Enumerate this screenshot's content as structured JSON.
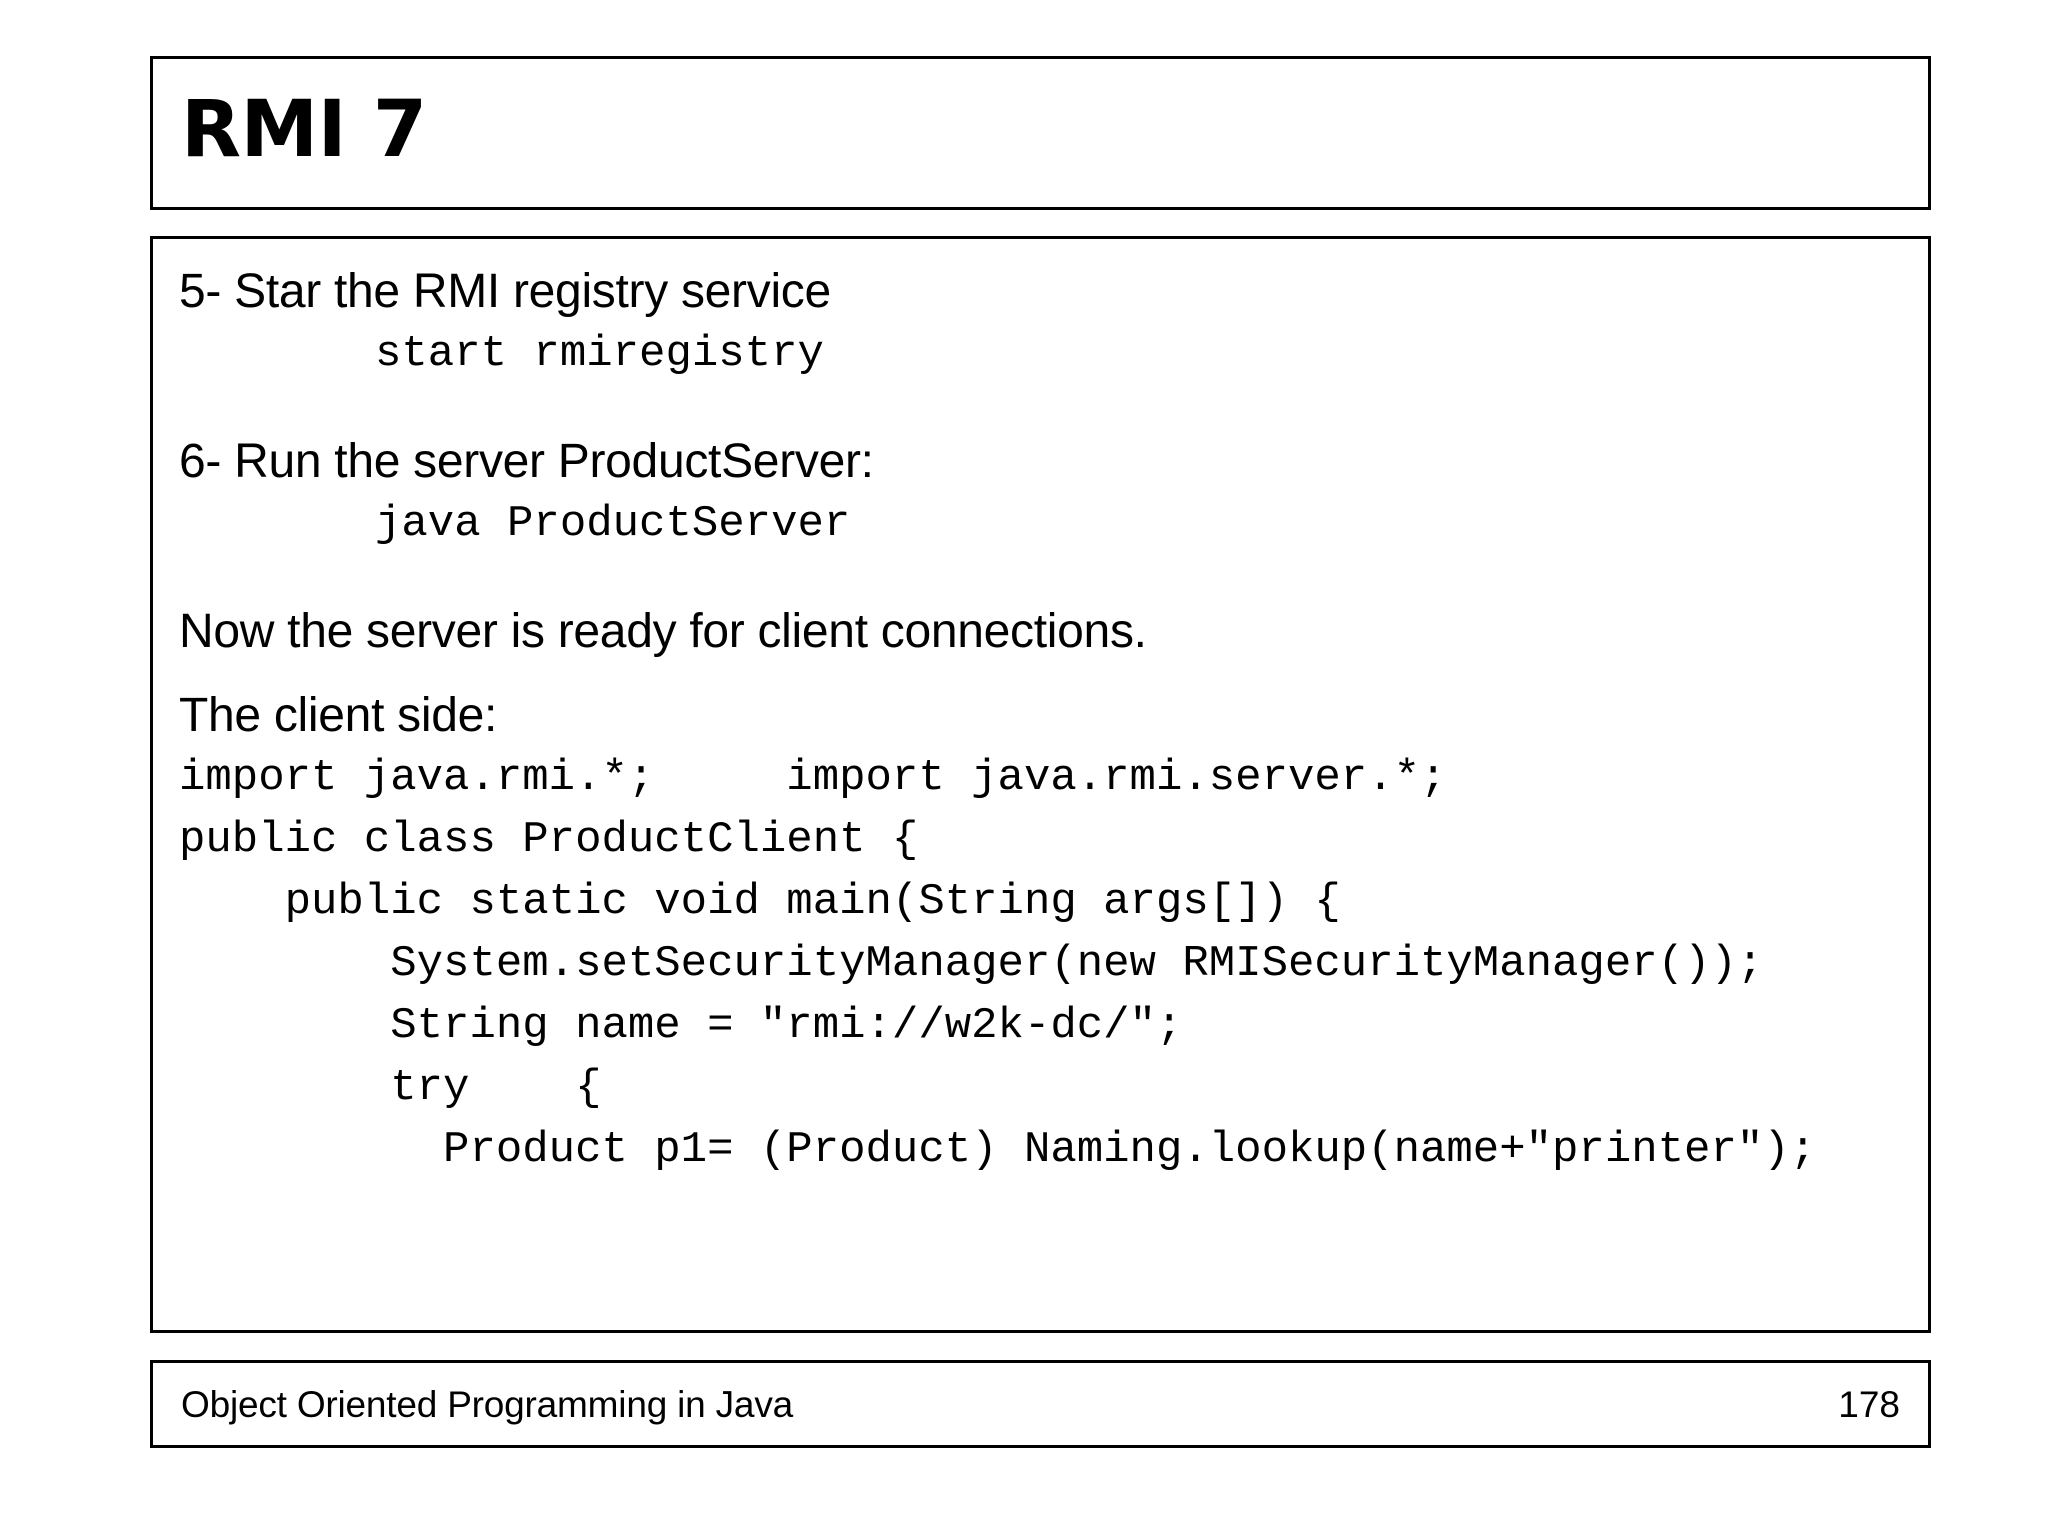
{
  "slide": {
    "title": "RMI 7",
    "footer": {
      "course": "Object Oriented Programming in Java",
      "page_number": "178"
    },
    "content": {
      "step5_heading": "5- Star the RMI registry service",
      "step5_command": "start rmiregistry",
      "step6_heading": "6- Run the server ProductServer:",
      "step6_command": "java ProductServer",
      "note_ready": "Now the server is ready for client connections.",
      "client_side_heading": "The client side:",
      "code_lines": [
        "import java.rmi.*;     import java.rmi.server.*;",
        "public class ProductClient {",
        "    public static void main(String args[]) {",
        "        System.setSecurityManager(new RMISecurityManager());",
        "        String name = \"rmi://w2k-dc/\";",
        "        try    {",
        "          Product p1= (Product) Naming.lookup(name+\"printer\");"
      ]
    }
  },
  "colors": {
    "border": "#000000",
    "text": "#000000",
    "background": "#ffffff"
  }
}
